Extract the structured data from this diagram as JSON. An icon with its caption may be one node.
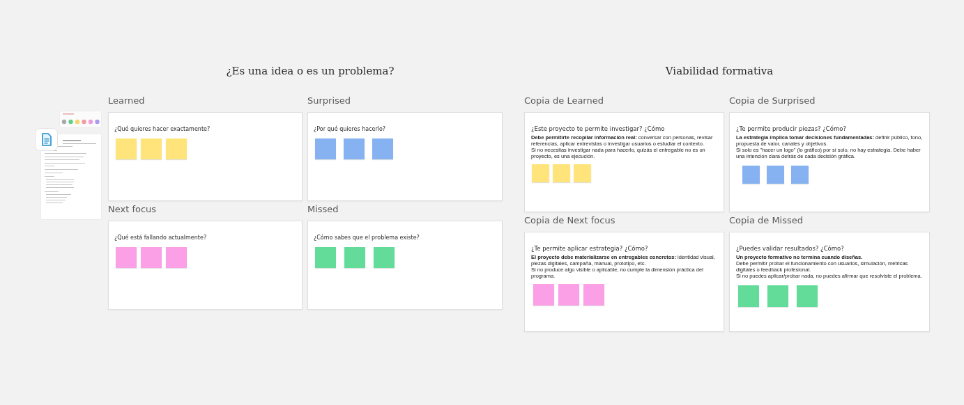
{
  "diagram": {
    "nodes": [
      {
        "text": [
          "Learned",
          "¿Qué quieres hacer exactamente?"
        ]
      },
      {
        "text": [],
        "shape": "box",
        "in": 0
      },
      {
        "text": [],
        "shape": "box",
        "in": 0
      },
      {
        "text": [],
        "shape": "box",
        "in": 0
      },
      {
        "text": [
          "Surprised",
          "¿Por qué quieres hacerlo?"
        ]
      },
      {
        "text": [],
        "shape": "box",
        "in": 4
      },
      {
        "text": [],
        "shape": "box",
        "in": 4
      },
      {
        "text": [],
        "shape": "box",
        "in": 4
      },
      {
        "text": [
          "Next focus",
          "¿Qué está fallando actualmente?"
        ]
      },
      {
        "text": [],
        "shape": "box",
        "in": 8
      },
      {
        "text": [],
        "shape": "box",
        "in": 8
      },
      {
        "text": [],
        "shape": "box",
        "in": 8
      },
      {
        "text": [
          "Missed",
          "¿Cómo sabes que el problema existe?"
        ]
      },
      {
        "text": [],
        "shape": "box",
        "in": 12
      },
      {
        "text": [],
        "shape": "box",
        "in": 12
      },
      {
        "text": [],
        "shape": "box",
        "in": 12
      },
      {
        "text": [
          "Copia de Learned",
          "¿Este proyecto te permite investigar? ¿Cómo",
          "**Debe permitirte recopilar información real:** conversar con personas, revisar referencias, aplicar entrevistas o investigar usuarios o estudiar el contexto.",
          "Si no necesitas investigar nada para hacerlo, quizás el entregable no es un proyecto, es una ejecución."
        ]
      },
      {
        "text": [],
        "shape": "box",
        "in": 16
      },
      {
        "text": [],
        "shape": "box",
        "in": 16
      },
      {
        "text": [],
        "shape": "box",
        "in": 16
      },
      {
        "text": [
          "Copia de Surprised",
          "¿Te permite producir piezas? ¿Cómo?",
          "**La estrategia implica tomar decisiones fundamentadas:** definir público, tono, propuesta de valor, canales y objetivos.",
          "Si solo es \"hacer un logo\" (lo gráfico) por sí solo, no hay estrategia. Debe haber una intención clara detrás de cada decisión gráfica."
        ]
      },
      {
        "text": [],
        "shape": "box",
        "in": 20
      },
      {
        "text": [],
        "shape": "box",
        "in": 20
      },
      {
        "text": [],
        "shape": "box",
        "in": 20
      },
      {
        "text": [
          "Copia de Next focus",
          "¿Te permite aplicar estrategia? ¿Cómo?",
          "**El proyecto debe materializarse en entregables concretos:** identidad visual, piezas digitales, campaña, manual, prototipo, etc.",
          "Si no produce algo visible o aplicable, no cumple la dimensión práctica del programa."
        ]
      },
      {
        "text": [],
        "shape": "box",
        "in": 24
      },
      {
        "text": [],
        "shape": "box",
        "in": 24
      },
      {
        "text": [],
        "shape": "box",
        "in": 24
      },
      {
        "text": [
          "Copia de Missed",
          "¿Puedes validar resultados? ¿Cómo?",
          "Un proyecto formativo no termina cuando diseñas.",
          "Debe permitir probar el funcionamiento con usuarios, simulación, métricas digitales o feedback profesional.",
          "Si no puedes aplicar/probar nada, no puedes afirmar que resolviste el problema."
        ]
      },
      {
        "text": [],
        "shape": "box",
        "in": 28
      },
      {
        "text": [],
        "shape": "box",
        "in": 28
      },
      {
        "text": [],
        "shape": "box",
        "in": 28
      }
    ],
    "edges": [],
    "labels": [
      "¿Es una idea o es un problema?",
      "Viabilidad formativa"
    ]
  }
}
